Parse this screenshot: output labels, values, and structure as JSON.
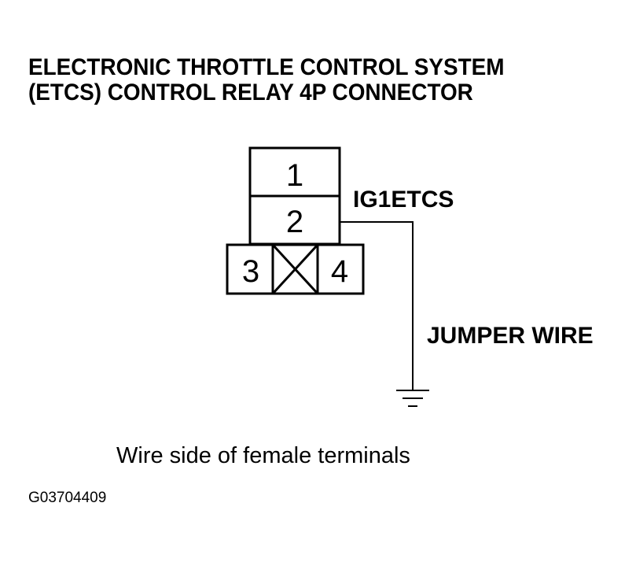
{
  "title": {
    "line1": "ELECTRONIC THROTTLE CONTROL SYSTEM",
    "line2": "(ETCS) CONTROL RELAY 4P CONNECTOR"
  },
  "connector": {
    "pins": [
      "1",
      "2",
      "3",
      "4"
    ]
  },
  "labels": {
    "signal": "IG1ETCS",
    "jumper": "JUMPER WIRE"
  },
  "caption": "Wire side of female terminals",
  "figure_id": "G03704409"
}
